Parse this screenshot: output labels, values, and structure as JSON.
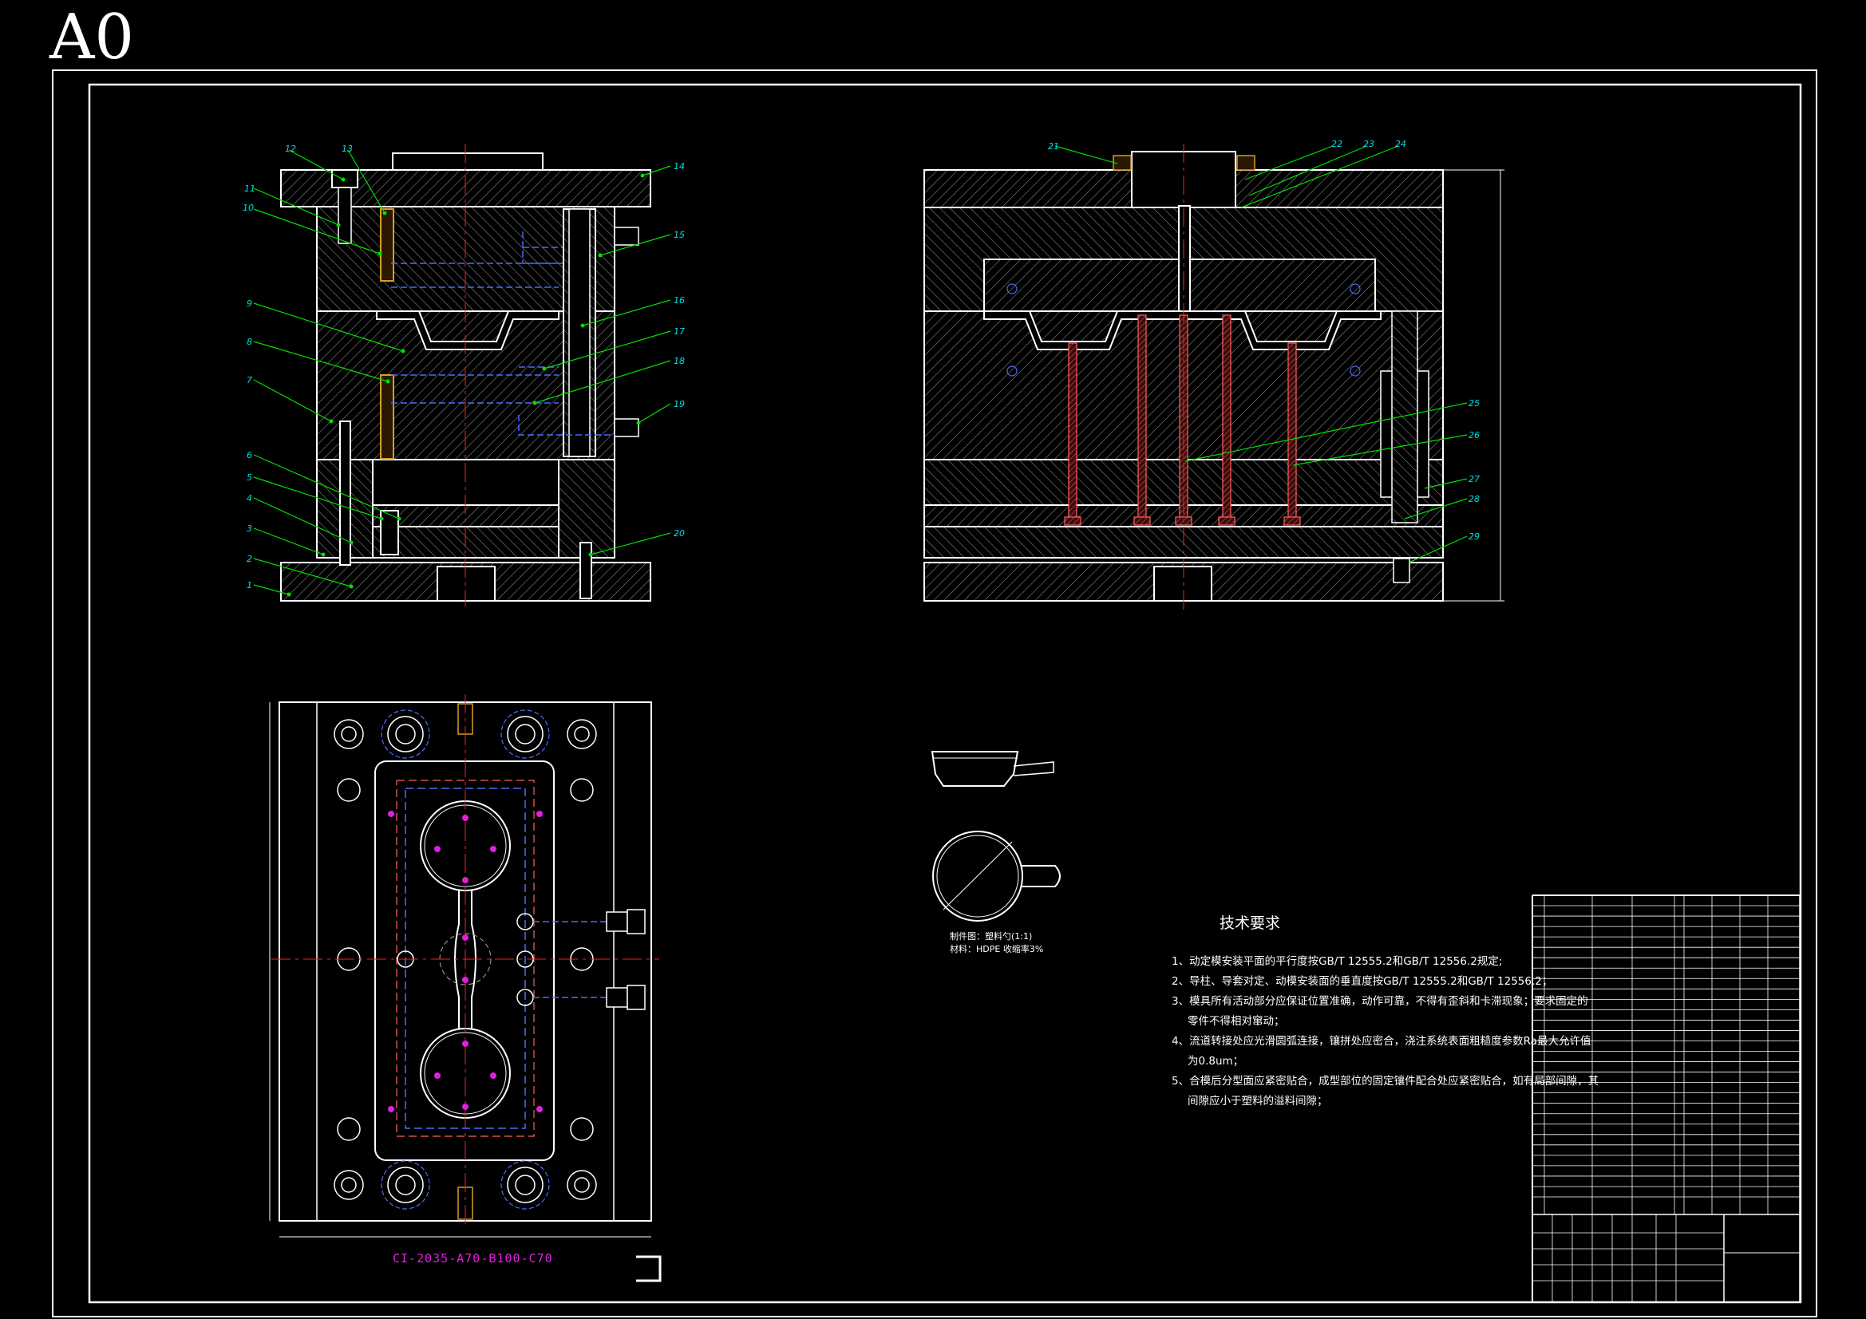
{
  "sheet": {
    "size_label": "A0"
  },
  "colors": {
    "background": "#000000",
    "outline": "#ffffff",
    "hatch": "#9a9a9a",
    "centerline": "#ff2020",
    "leader": "#00e000",
    "balloon_text": "#00e0e0",
    "cooling": "#4a6cff",
    "ejector": "#ff6060",
    "screw": "#d4a020",
    "magenta": "#e020e0"
  },
  "views": {
    "front": {
      "balloons": [
        "12",
        "13",
        "11",
        "10",
        "9",
        "8",
        "7",
        "6",
        "5",
        "4",
        "3",
        "2",
        "1",
        "14",
        "15",
        "16",
        "17",
        "18",
        "19",
        "20"
      ]
    },
    "side": {
      "balloons": [
        "21",
        "22",
        "23",
        "24",
        "25",
        "26",
        "27",
        "28",
        "29"
      ]
    },
    "top": {
      "drawing_code": "CI-2035-A70-B100-C70"
    }
  },
  "part": {
    "caption_line1": "制件图：塑料勺(1:1)",
    "caption_line2": "材料：HDPE  收缩率3%"
  },
  "tech_requirements": {
    "title": "技术要求",
    "lines": [
      "1、动定模安装平面的平行度按GB/T 12555.2和GB/T 12556.2规定;",
      "2、导柱、导套对定、动模安装面的垂直度按GB/T 12555.2和GB/T 12556.2；",
      "3、模具所有活动部分应保证位置准确，动作可靠，不得有歪斜和卡滞现象；要求固定的",
      "零件不得相对窜动；",
      "4、流道转接处应光滑圆弧连接，镶拼处应密合，浇注系统表面粗糙度参数Ra最大允许值",
      "为0.8um；",
      "5、合模后分型面应紧密贴合，成型部位的固定镶件配合处应紧密贴合，如有局部间隙，其",
      "间隙应小于塑料的溢料间隙；"
    ]
  }
}
